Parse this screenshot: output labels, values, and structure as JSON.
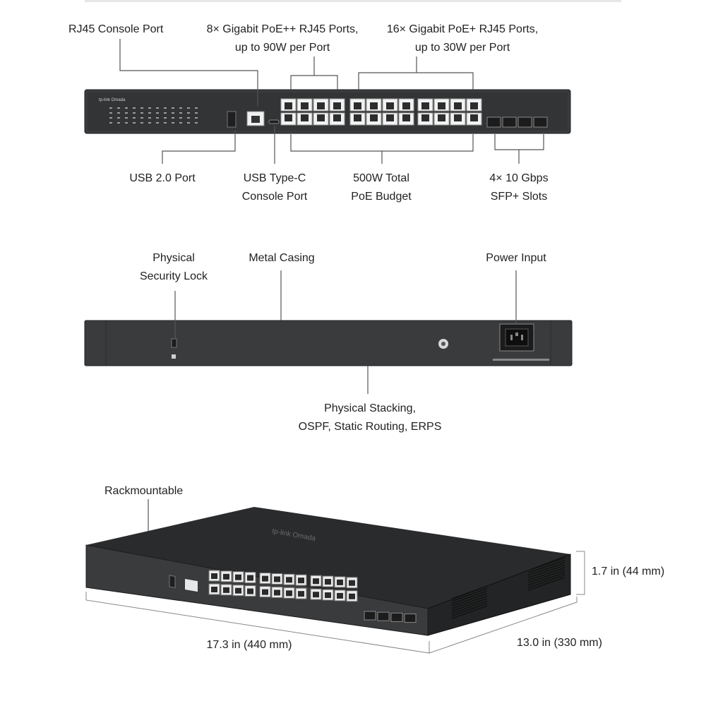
{
  "front_panel": {
    "labels": {
      "rj45_console": "RJ45 Console Port",
      "poe_plus_plus": "8× Gigabit PoE++ RJ45 Ports,\nup to 90W per Port",
      "poe_plus": "16× Gigabit PoE+ RJ45 Ports,\nup to 30W per Port",
      "usb2": "USB 2.0 Port",
      "usb_c": "USB Type-C\nConsole Port",
      "poe_budget": "500W Total\nPoE Budget",
      "sfp": "4× 10 Gbps\nSFP+ Slots"
    }
  },
  "rear_panel": {
    "labels": {
      "security_lock": "Physical\nSecurity Lock",
      "metal_casing": "Metal Casing",
      "power_input": "Power Input",
      "stacking": "Physical Stacking,\nOSPF, Static Routing, ERPS"
    }
  },
  "perspective": {
    "labels": {
      "rackmountable": "Rackmountable",
      "height": "1.7 in (44 mm)",
      "width": "17.3 in (440 mm)",
      "depth": "13.0  in (330 mm)"
    }
  },
  "colors": {
    "chassis": "#3a3b3d",
    "chassis_dark": "#2a2b2d",
    "port_face": "#f2f2f2",
    "leader_line": "#555555"
  }
}
